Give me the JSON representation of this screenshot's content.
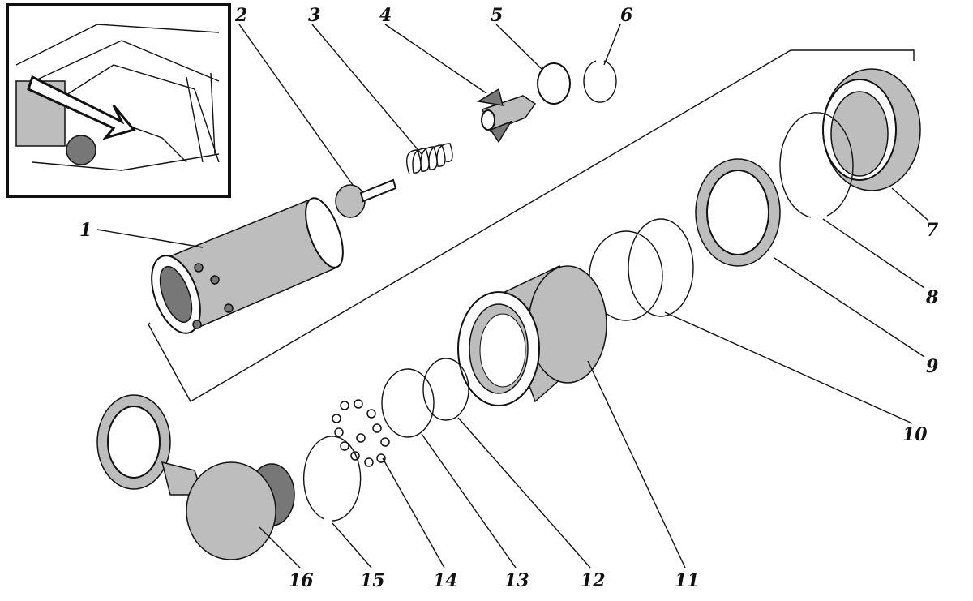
{
  "diagram": {
    "type": "exploded-parts-view",
    "part_labels": [
      "1",
      "2",
      "3",
      "4",
      "5",
      "6",
      "7",
      "8",
      "9",
      "10",
      "11",
      "12",
      "13",
      "14",
      "15",
      "16"
    ]
  }
}
